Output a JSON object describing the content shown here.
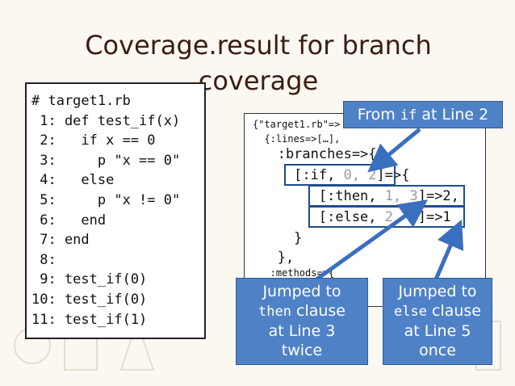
{
  "slide": {
    "title_line1": "Coverage.result for branch",
    "title_line2": "coverage"
  },
  "left_code": {
    "lines": [
      "# target1.rb",
      " 1: def test_if(x)",
      " 2:   if x == 0",
      " 3:     p \"x == 0\"",
      " 4:   else",
      " 5:     p \"x != 0\"",
      " 6:   end",
      " 7: end",
      " 8:",
      " 9: test_if(0)",
      "10: test_if(0)",
      "11: test_if(1)"
    ]
  },
  "right_code": {
    "line1": "{\"target1.rb\"=>",
    "line2": "  {:lines=>[…],",
    "line3": "   :branches=>{",
    "line4_a": "     [:if, ",
    "line4_b": "0, 2",
    "line4_c": "]=>{",
    "line5_a": "        [:then, ",
    "line5_b": "1, 3",
    "line5_c": "]=>2,",
    "line6_a": "        [:else, ",
    "line6_b": "2, 5",
    "line6_c": "]=>1",
    "line7": "     }",
    "line8": "   },",
    "line9": "   :methods=>{",
    "line10": "     …]=>"
  },
  "callouts": {
    "from_if": {
      "text_a": "From ",
      "text_mono": "if",
      "text_b": " at Line 2"
    },
    "then": {
      "line1": "Jumped to",
      "mono": "then",
      "line2_rest": " clause",
      "line3": "at Line 3",
      "line4": "twice"
    },
    "else": {
      "line1": "Jumped to",
      "mono": "else",
      "line2_rest": " clause",
      "line3": "at Line 5",
      "line4": "once"
    }
  },
  "colors": {
    "accent": "#4f81c7",
    "highlight": "#1f4e8a",
    "title": "#3a1d12"
  }
}
